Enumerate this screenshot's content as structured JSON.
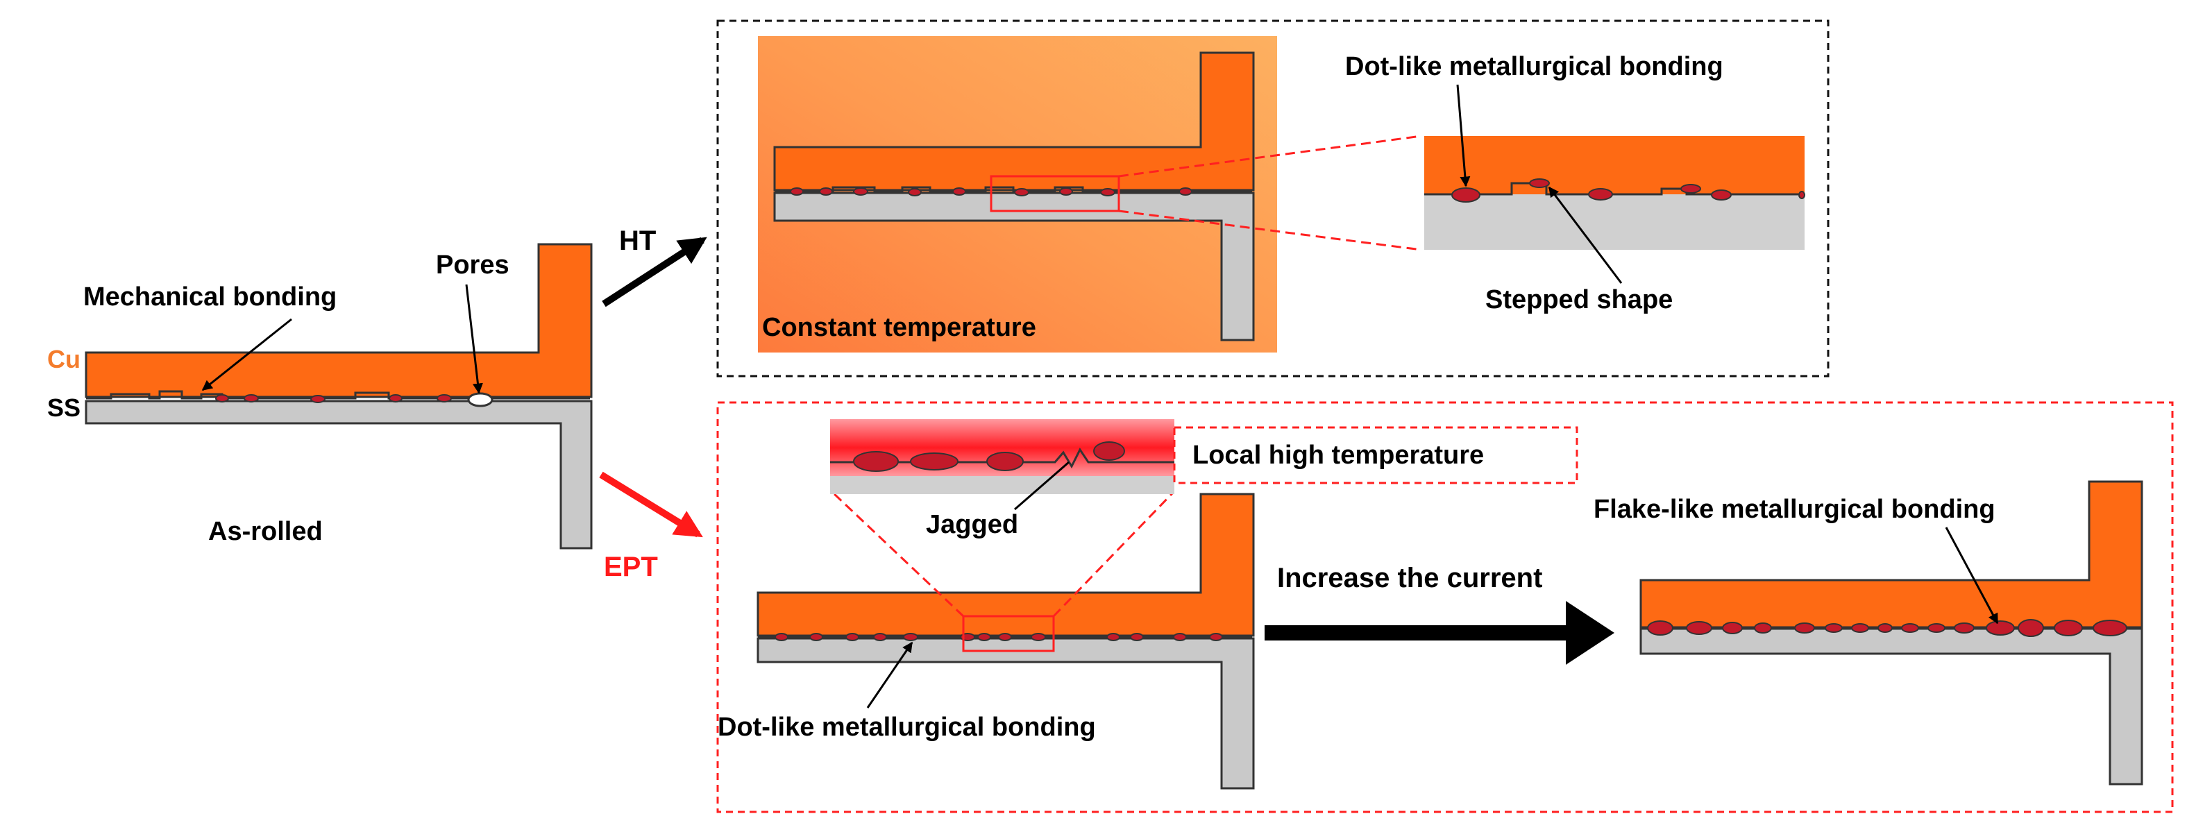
{
  "labels": {
    "cu": "Cu",
    "ss": "SS",
    "as_rolled": "As-rolled",
    "mechanical_bonding": "Mechanical bonding",
    "pores": "Pores",
    "ht": "HT",
    "ept": "EPT",
    "constant_temperature": "Constant temperature",
    "dot_like_top": "Dot-like metallurgical bonding",
    "stepped_shape": "Stepped shape",
    "local_high_temperature": "Local high temperature",
    "jagged": "Jagged",
    "increase_current": "Increase the current",
    "flake_like": "Flake-like metallurgical bonding",
    "dot_like_bottom": "Dot-like metallurgical bonding"
  },
  "colors": {
    "copper": "#fe6a14",
    "steel": "#c9c9c9",
    "bond": "#c21a2a",
    "red_accent": "#ff2020",
    "cu_label": "#f47c2c"
  }
}
